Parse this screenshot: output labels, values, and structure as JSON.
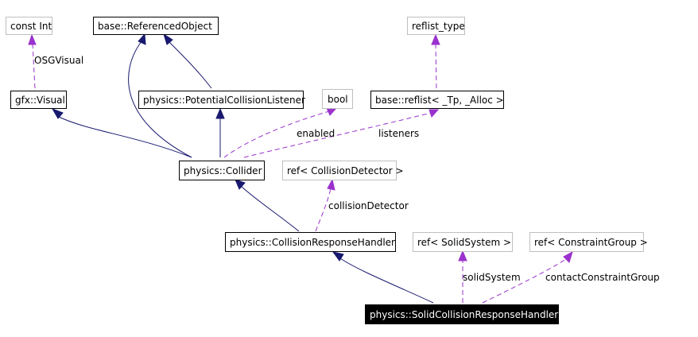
{
  "nodes": {
    "const_int": "const Int",
    "referenced_object": "base::ReferencedObject",
    "reflist_type": "reflist_type",
    "gfx_visual": "gfx::Visual",
    "potential_collision_listener": "physics::PotentialCollisionListener",
    "bool": "bool",
    "base_reflist": "base::reflist< _Tp, _Alloc >",
    "collider": "physics::Collider",
    "ref_collision_detector": "ref< CollisionDetector >",
    "collision_response_handler": "physics::CollisionResponseHandler",
    "ref_solid_system": "ref< SolidSystem >",
    "ref_constraint_group": "ref< ConstraintGroup >",
    "solid_collision_response_handler": "physics::SolidCollisionResponseHandler"
  },
  "edge_labels": {
    "osg_visual": "OSGVisual",
    "enabled": "enabled",
    "listeners": "listeners",
    "collision_detector": "collisionDetector",
    "solid_system": "solidSystem",
    "contact_constraint_group": "contactConstraintGroup"
  },
  "colors": {
    "inheritance_edge": "#191970",
    "usage_edge": "#9a32cd",
    "external_node_border": "#bfbfbf",
    "focus_node_fill": "#000000"
  }
}
